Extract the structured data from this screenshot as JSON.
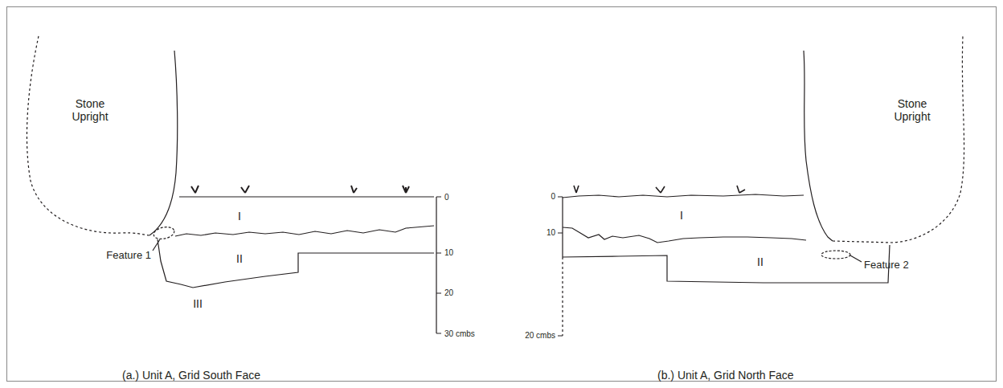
{
  "diagram": {
    "labels": [
      "Stone Upright",
      "I",
      "II",
      "III",
      "Feature 1",
      "0",
      "10",
      "20",
      "30 cmbs",
      "(a.) Unit A, Grid South Face",
      "Stone Upright",
      "I",
      "II",
      "Feature 2",
      "0",
      "10",
      "20 cmbs",
      "(b.) Unit A, Grid North Face"
    ]
  }
}
